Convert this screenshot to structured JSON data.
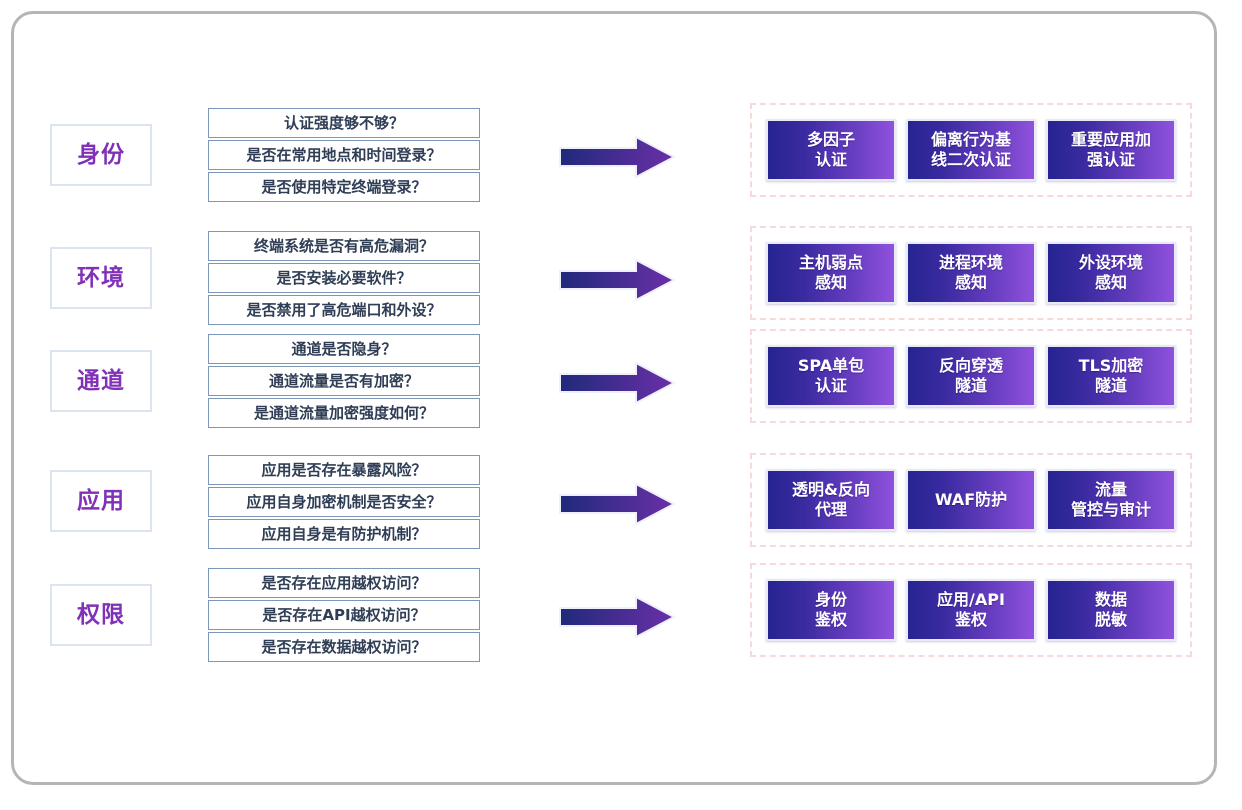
{
  "diagram": {
    "type": "matrix-flow",
    "arrow_icon": "right-block-arrow-icon",
    "colors": {
      "frame_border": "#b5b5b5",
      "category_text": "#8031b8",
      "category_border": "#dbe4f0",
      "question_border": "#7b98ba",
      "question_text": "#2f3e55",
      "capability_gradient_start": "#262491",
      "capability_gradient_end": "#8f52dc",
      "capability_text": "#ffffff",
      "dashed_group_border": "#f6d9d9",
      "arrow_gradient_start": "#1f2a7a",
      "arrow_gradient_end": "#6b2fa8"
    },
    "rows": [
      {
        "category": "身份",
        "questions": [
          "认证强度够不够？",
          "是否在常用地点和时间登录？",
          "是否使用特定终端登录？"
        ],
        "capabilities": [
          "多因子\n认证",
          "偏离行为基\n线二次认证",
          "重要应用加\n强认证"
        ]
      },
      {
        "category": "环境",
        "questions": [
          "终端系统是否有高危漏洞？",
          "是否安装必要软件？",
          "是否禁用了高危端口和外设？"
        ],
        "capabilities": [
          "主机弱点\n感知",
          "进程环境\n感知",
          "外设环境\n感知"
        ]
      },
      {
        "category": "通道",
        "questions": [
          "通道是否隐身？",
          "通道流量是否有加密？",
          "是通道流量加密强度如何？"
        ],
        "capabilities": [
          "SPA单包\n认证",
          "反向穿透\n隧道",
          "TLS加密\n隧道"
        ]
      },
      {
        "category": "应用",
        "questions": [
          "应用是否存在暴露风险？",
          "应用自身加密机制是否安全？",
          "应用自身是有防护机制？"
        ],
        "capabilities": [
          "透明&反向\n代理",
          "WAF防护",
          "流量\n管控与审计"
        ]
      },
      {
        "category": "权限",
        "questions": [
          "是否存在应用越权访问？",
          "是否存在API越权访问？",
          "是否存在数据越权访问？"
        ],
        "capabilities": [
          "身份\n鉴权",
          "应用/API\n鉴权",
          "数据\n脱敏"
        ]
      }
    ]
  }
}
